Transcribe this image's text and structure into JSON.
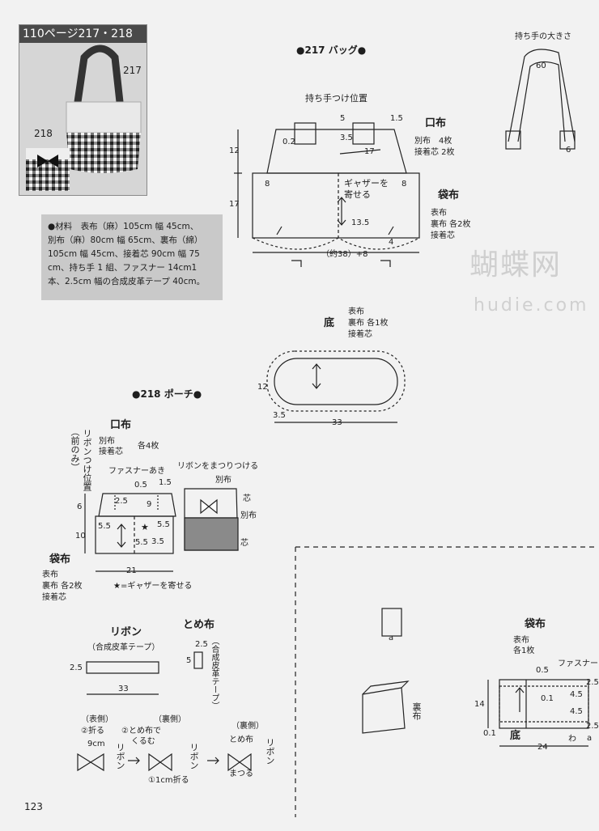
{
  "photo": {
    "title": "110ページ217・218",
    "label_217": "217",
    "label_218": "218"
  },
  "materials": {
    "lines": [
      "●材料　表布（麻）105cm 幅 45cm、",
      "別布（麻）80cm 幅 65cm、裏布（綿）",
      "105cm 幅 45cm、接着芯 90cm 幅 75",
      "cm、持ち手 1 組、ファスナー 14cm1",
      "本、2.5cm 幅の合成皮革テープ 40cm。"
    ]
  },
  "bag217": {
    "heading": "●217 バッグ●",
    "handle_position": "持ち手つけ位置",
    "dim_5": "5",
    "dim_1_5": "1.5",
    "dim_3_5": "3.5",
    "dim_17_top": "17",
    "dim_0_2": "0.2",
    "dim_12": "12",
    "dim_17_side": "17",
    "dim_8_left": "8",
    "dim_8_right": "8",
    "gather_text": "ギャザーを\n寄せる",
    "dim_13_5": "13.5",
    "dim_4": "4",
    "dim_bottom": "（約38）+8",
    "kuchinuno": {
      "title": "口布",
      "l1": "別布　4枚",
      "l2": "接着芯 2枚"
    },
    "fukuronuno": {
      "title": "袋布",
      "l1": "表布",
      "l2": "裏布 各2枚",
      "l3": "接着芯"
    },
    "soko": {
      "title": "底",
      "l1": "表布",
      "l2": "裏布 各1枚",
      "l3": "接着芯",
      "dim_12": "12",
      "dim_3_5": "3.5",
      "dim_33": "33"
    }
  },
  "handle": {
    "title": "持ち手の大きさ",
    "dim_60": "60",
    "dim_6": "6"
  },
  "watermark": {
    "cn": "蝴蝶网",
    "en": "hudie.com"
  },
  "pouch218": {
    "heading": "●218 ポーチ●",
    "kuchinuno": {
      "title": "口布",
      "l1": "別布",
      "l2": "接着芯",
      "count": "各4枚"
    },
    "ribbon_pos": "リボンつけ位置",
    "front_only": "（前のみ）",
    "zipper_open": "ファスナーあき",
    "ribbon_sew": "リボンをまつりつける",
    "dim_0_5": "0.5",
    "dim_1_5": "1.5",
    "dim_2_5": "2.5",
    "dim_9": "9",
    "dim_6": "6",
    "dim_10": "10",
    "dim_5_5a": "5.5",
    "dim_5_5b": "5.5",
    "dim_5_5c": "5.5",
    "dim_3_5": "3.5",
    "dim_21": "21",
    "star": "★",
    "fukuronuno": {
      "title": "袋布",
      "l1": "表布",
      "l2": "裏布 各2枚",
      "l3": "接着芯"
    },
    "gather_note": "★=ギャザーを寄せる",
    "side_labels": {
      "l1": "別布",
      "l2": "芯",
      "l3": "別布",
      "l4": "芯"
    }
  },
  "ribbon": {
    "title": "リボン",
    "sub": "（合成皮革テープ）",
    "dim_2_5": "2.5",
    "dim_33": "33"
  },
  "tomenuno": {
    "title": "とめ布",
    "dim_2_5": "2.5",
    "dim_5": "5",
    "sub": "（合成皮革テープ）"
  },
  "steps": {
    "s1_side": "（表側）",
    "s1_label": "②折る",
    "s1_dim": "9cm",
    "s1_rib": "リボン",
    "s2_side": "（裏側）",
    "s2_label": "②とめ布で",
    "s2_label2": "くるむ",
    "s2_rib": "リボン",
    "s2_fold": "①1cm折る",
    "s3_side": "（裏側）",
    "s3_label": "とめ布",
    "s3_rib": "リボン",
    "s3_sew": "まつる"
  },
  "right_bottom": {
    "label_a": "a",
    "lining": "裏布",
    "fukuronuno": {
      "title": "袋布",
      "l1": "表布",
      "l2": "各1枚"
    },
    "fastener": "ファスナー",
    "dim_0_5": "0.5",
    "dim_0_1a": "0.1",
    "dim_0_1b": "0.1",
    "dim_14": "14",
    "dim_4_5a": "4.5",
    "dim_4_5b": "4.5",
    "dim_2_5a": "2.5",
    "dim_2_5b": "2.5",
    "dim_24": "24",
    "soko": "底",
    "wa": "わ",
    "a2": "a"
  },
  "page_number": "123"
}
